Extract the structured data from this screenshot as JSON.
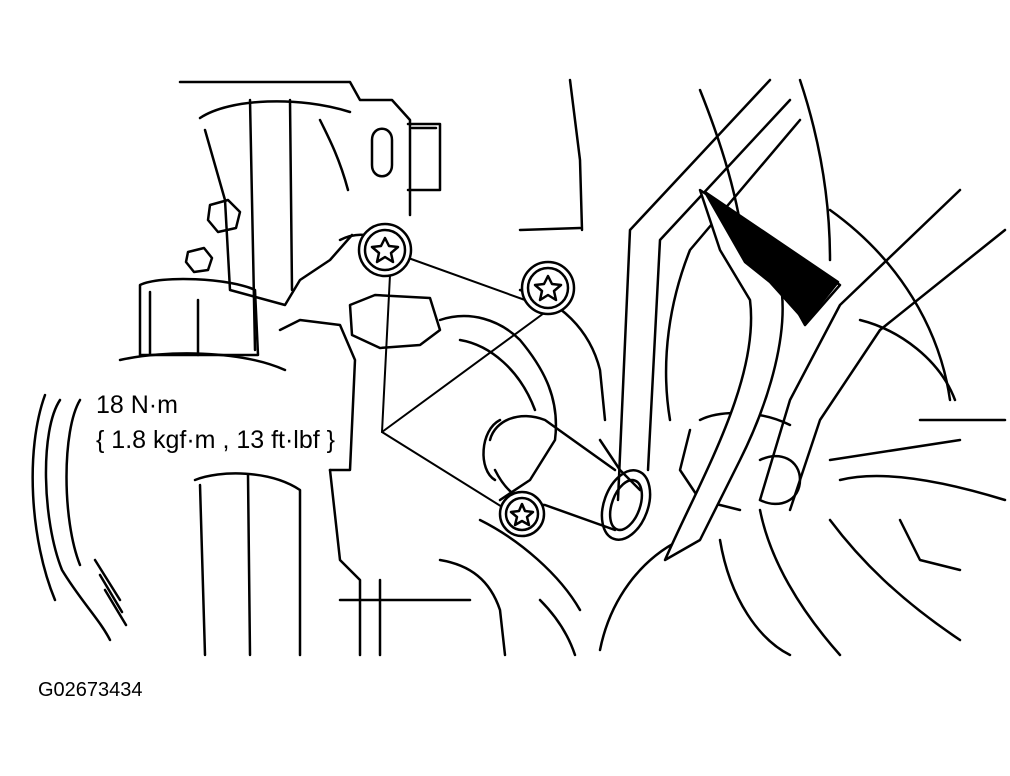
{
  "figure": {
    "id": "G02673434",
    "torque": {
      "value": "18 N·m",
      "conversion": "{ 1.8 kgf·m , 13 ft·lbf }"
    },
    "icons": [
      "torx-bolt-icon",
      "direction-arrow-icon"
    ]
  }
}
